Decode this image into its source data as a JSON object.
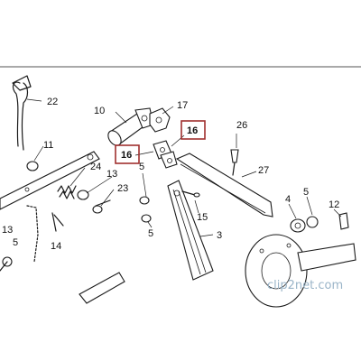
{
  "labels": {
    "p22": "22",
    "p10": "10",
    "p17": "17",
    "p16a": "16",
    "p16b": "16",
    "p26": "26",
    "p11": "11",
    "p24": "24",
    "p13a": "13",
    "p23": "23",
    "p27": "27",
    "p5a": "5",
    "p5b": "5",
    "p15": "15",
    "p4": "4",
    "p5c": "5",
    "p12": "12",
    "p13b": "13",
    "p5d": "5",
    "p14": "14",
    "p3": "3"
  },
  "watermark": "clip2net.com",
  "colors": {
    "highlight": "#a0302f",
    "line": "#1a1a1a",
    "watermark": "#9ab4c8"
  }
}
